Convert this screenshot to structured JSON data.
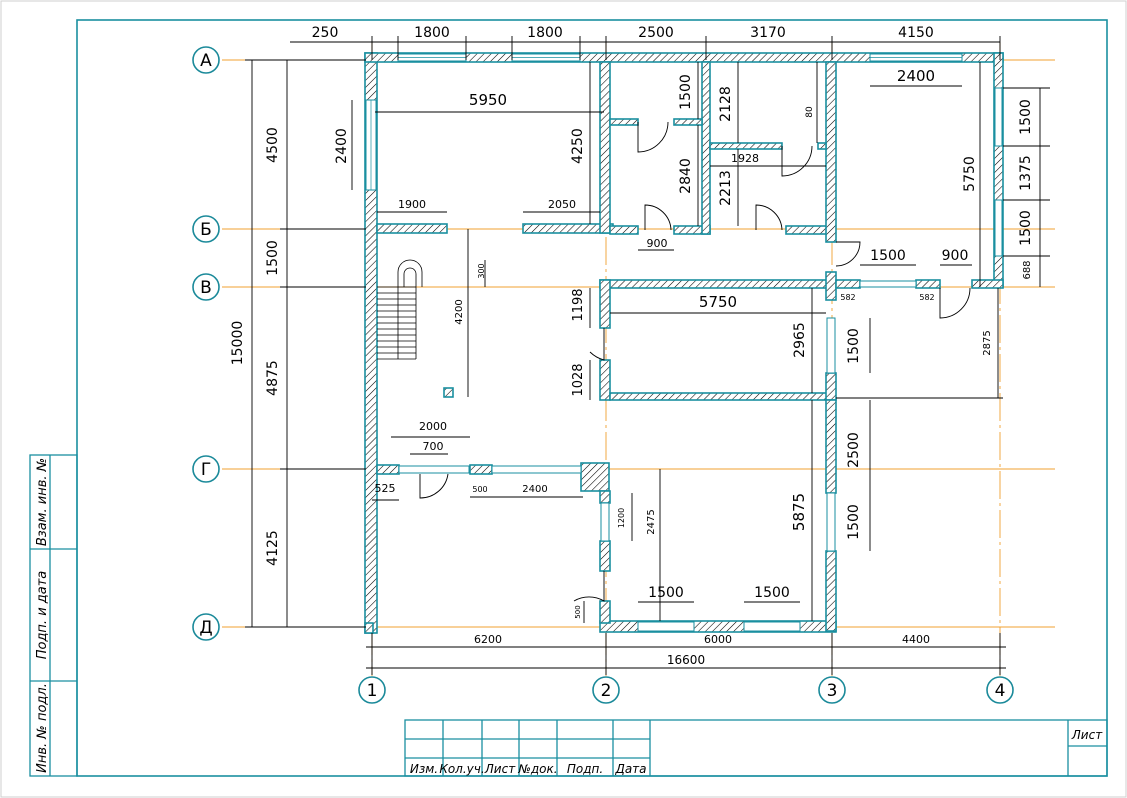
{
  "axes_rows": [
    "А",
    "Б",
    "В",
    "Г",
    "Д"
  ],
  "axes_cols": [
    "1",
    "2",
    "3",
    "4"
  ],
  "top_dims": [
    "250",
    "1800",
    "1800",
    "2500",
    "3170",
    "4150"
  ],
  "left_dims": [
    "4500",
    "1500",
    "4875",
    "4125"
  ],
  "left_total": "15000",
  "bottom_dims": [
    "6200",
    "6000",
    "4400"
  ],
  "bottom_total": "16600",
  "inner_dims": {
    "d5950": "5950",
    "d2400a": "2400",
    "d4250": "4250",
    "d1900": "1900",
    "d2050": "2050",
    "d1500a": "1500",
    "d2128": "2128",
    "d80": "80",
    "d1928": "1928",
    "d2840": "2840",
    "d2213": "2213",
    "d900a": "900",
    "d2400b": "2400",
    "d5750a": "5750",
    "d1500b": "1500",
    "d1375": "1375",
    "d1500c": "1500",
    "d688": "688",
    "d1500d": "1500",
    "d900b": "900",
    "d300": "300",
    "d4200": "4200",
    "d1198": "1198",
    "d5750b": "5750",
    "d2965": "2965",
    "d1028": "1028",
    "d582a": "582",
    "d582b": "582",
    "d1500e": "1500",
    "d2875": "2875",
    "d2000": "2000",
    "d700": "700",
    "d525": "525",
    "d500a": "500",
    "d2400c": "2400",
    "d1200": "1200",
    "d2475": "2475",
    "d2500": "2500",
    "d5875": "5875",
    "d1500f": "1500",
    "d500b": "500",
    "d1500g": "1500",
    "d1500h": "1500"
  },
  "side_stamp": [
    "Взам. инв. №",
    "Подп. и дата",
    "Инв. № подл."
  ],
  "title_block": {
    "headers": [
      "Изм.",
      "Кол.уч.",
      "Лист",
      "№док.",
      "Подп.",
      "Дата"
    ],
    "sheet_label": "Лист"
  },
  "colors": {
    "walls": "#1a8fa0",
    "grid_lines": "#f0a030",
    "frame": "#1a8fa0"
  }
}
